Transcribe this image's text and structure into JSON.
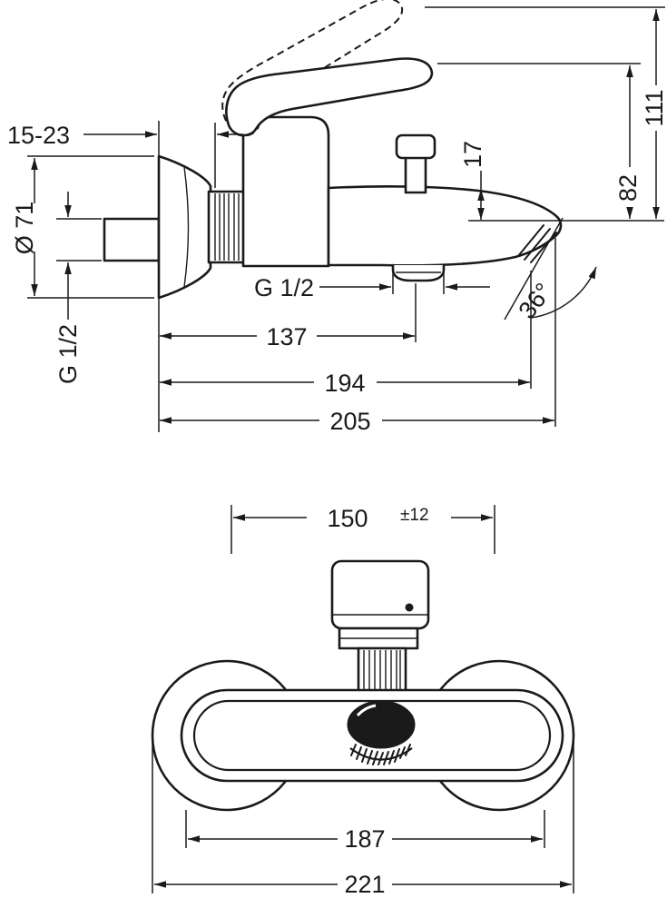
{
  "colors": {
    "background": "#ffffff",
    "ink": "#1a1a1a"
  },
  "side_view": {
    "labels": {
      "wall_distance_range": "15-23",
      "escutcheon_diameter": "Ø 71",
      "inlet_thread": "G 1/2",
      "outlet_thread": "G 1/2",
      "outlet_drop": "17",
      "outlet_height": "82",
      "total_height": "111",
      "spout_angle": "36°",
      "outlet_reach": "137",
      "spout_reach": "194",
      "total_reach": "205"
    }
  },
  "front_view": {
    "labels": {
      "connection_centres": "150",
      "connection_tolerance": "±12",
      "fixing_centres": "187",
      "total_width": "221"
    }
  }
}
